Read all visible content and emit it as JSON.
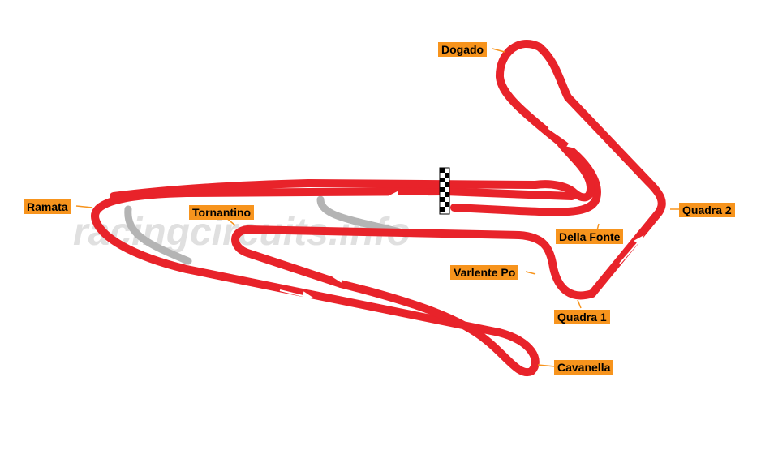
{
  "map": {
    "watermark": "racingcircuits.info",
    "colors": {
      "track": "#e8232a",
      "track_inner": "#ffffff",
      "unused_track": "#b4b4b4",
      "label_background": "#f7941d",
      "label_text": "#000000",
      "watermark": "#e0e0e0"
    },
    "corners": [
      {
        "name": "Dogado"
      },
      {
        "name": "Quadra 2"
      },
      {
        "name": "Della Fonte"
      },
      {
        "name": "Varlente Po"
      },
      {
        "name": "Quadra 1"
      },
      {
        "name": "Cavanella"
      },
      {
        "name": "Tornantino"
      },
      {
        "name": "Ramata"
      }
    ],
    "icons": [
      "start-finish-flag-icon",
      "direction-arrow-icon"
    ]
  }
}
